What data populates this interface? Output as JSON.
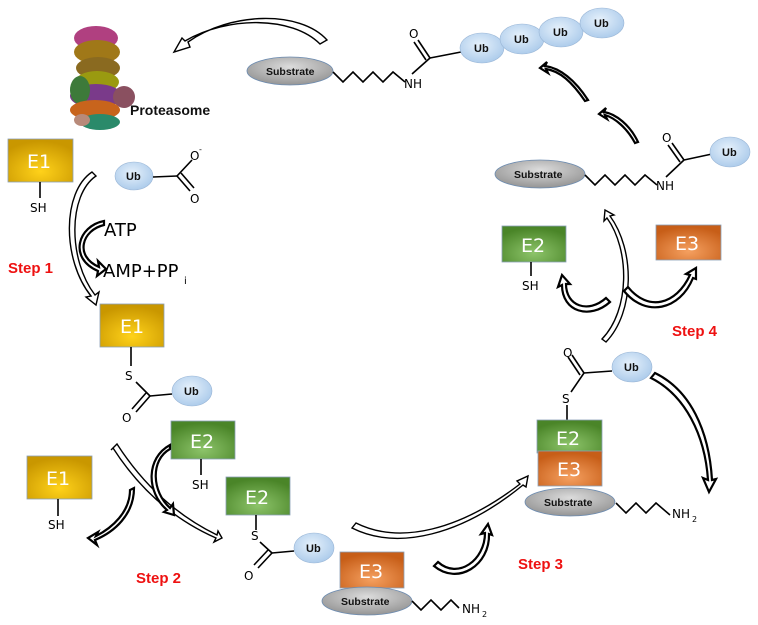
{
  "diagram": {
    "title": "Ubiquitination cascade",
    "colors": {
      "e1": "#d4a000",
      "e2": "#4e8a2a",
      "e3": "#d4681e",
      "ub": "#c5dcf2",
      "substrate": "#9a9a9a",
      "step": "#ee1111"
    },
    "labels": {
      "proteasome": "Proteasome",
      "e1": "E1",
      "e2": "E2",
      "e3": "E3",
      "ub": "Ub",
      "substrate": "Substrate",
      "sh": "SH",
      "s": "S",
      "o": "O",
      "o_minus": "O",
      "minus": "-",
      "nh": "NH",
      "nh2": "NH",
      "sub2": "2",
      "atp": "ATP",
      "amp": "AMP+PP",
      "sub_i": "i"
    },
    "steps": [
      "Step 1",
      "Step 2",
      "Step 3",
      "Step 4"
    ]
  }
}
